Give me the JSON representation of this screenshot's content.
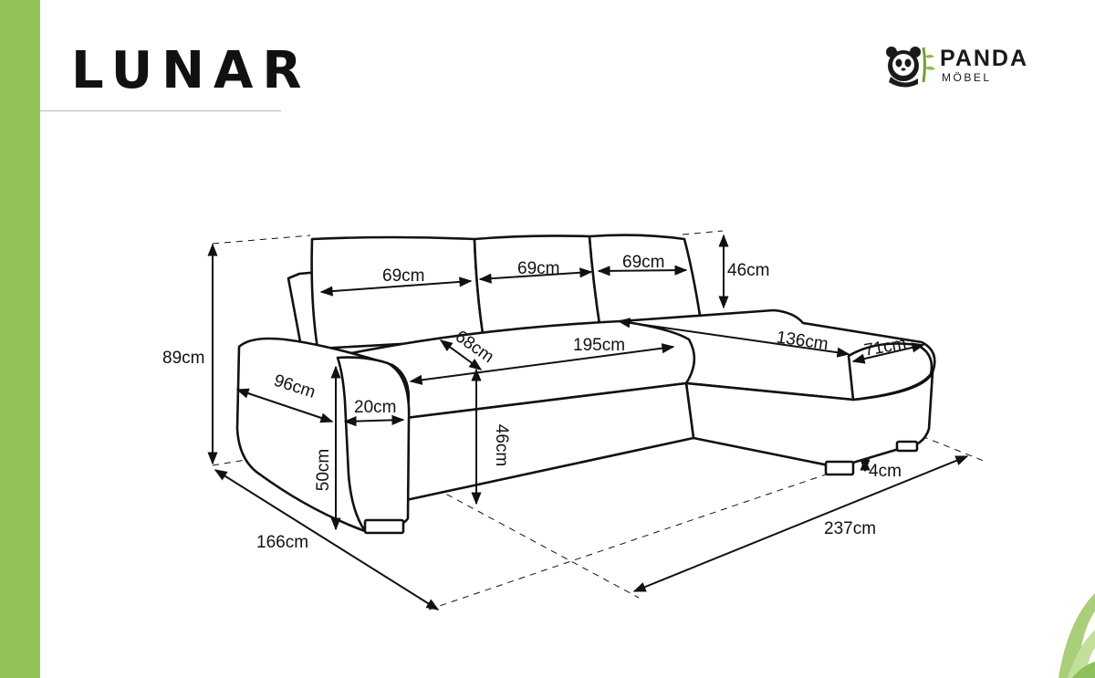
{
  "title": "LUNAR",
  "brand": {
    "name": "PANDA",
    "sub": "MÖBEL"
  },
  "colors": {
    "accent_green": "#94c25a",
    "line": "#111111"
  },
  "icons": [
    "panda-logo-icon",
    "bamboo-leaf-icon"
  ],
  "dimensions": {
    "back_cushion_left": "69cm",
    "back_cushion_middle": "69cm",
    "back_cushion_right": "69cm",
    "back_cushion_height": "46cm",
    "total_height": "89cm",
    "seat_depth": "68cm",
    "seat_width": "195cm",
    "chaise_length": "136cm",
    "chaise_width": "71cm",
    "armrest_length": "96cm",
    "armrest_width": "20cm",
    "armrest_height": "50cm",
    "seat_height": "46cm",
    "leg_height": "4cm",
    "total_depth": "166cm",
    "total_width": "237cm"
  }
}
